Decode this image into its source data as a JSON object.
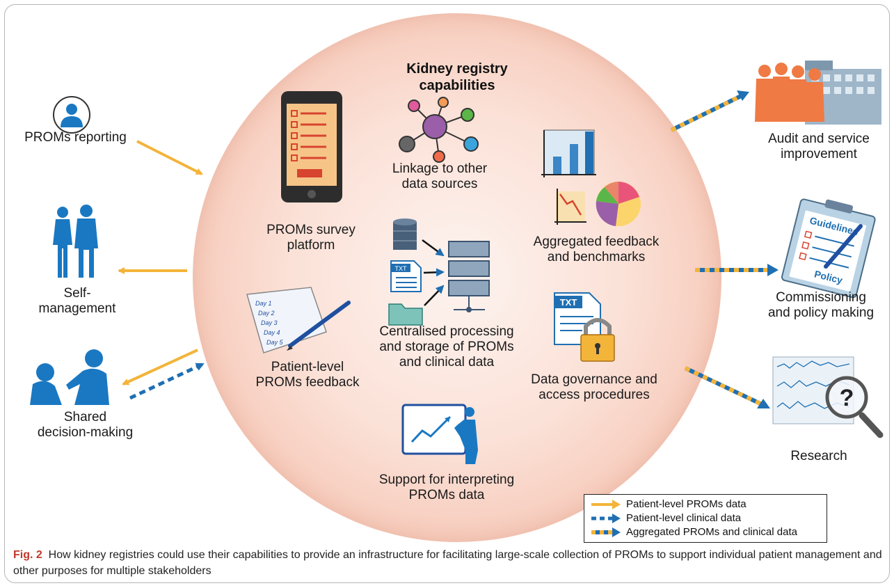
{
  "center": {
    "title": "Kidney registry\ncapabilities",
    "linkage": "Linkage to other\ndata sources",
    "survey_platform": "PROMs survey\nplatform",
    "patient_feedback": "Patient-level\nPROMs feedback",
    "centralised": "Centralised processing\nand storage of PROMs\nand clinical data",
    "aggregated": "Aggregated feedback\nand benchmarks",
    "governance": "Data governance and\naccess procedures",
    "interpreting": "Support for interpreting\nPROMs data"
  },
  "left": {
    "proms_reporting": "PROMs reporting",
    "self_management": "Self-\nmanagement",
    "shared_decision": "Shared\ndecision-making"
  },
  "right": {
    "audit": "Audit and service\nimprovement",
    "commissioning": "Commissioning\nand policy making",
    "research": "Research"
  },
  "icons": {
    "guidelines_label": "Guidelines",
    "policy_label": "Policy",
    "txt_label": "TXT",
    "diary_lines": [
      "Day 1",
      "Day 2",
      "Day 3",
      "Day 4",
      "Day 5"
    ],
    "question_mark": "?"
  },
  "legend": {
    "items": [
      {
        "label": "Patient-level PROMs data",
        "style": "solid-orange"
      },
      {
        "label": "Patient-level clinical data",
        "style": "dashed-blue"
      },
      {
        "label": "Aggregated PROMs and clinical data",
        "style": "orange-blue"
      }
    ]
  },
  "caption": {
    "fig": "Fig. 2",
    "text": "How kidney registries could use their capabilities to provide an infrastructure for facilitating large-scale collection of PROMs to support individual patient management and other purposes for multiple stakeholders"
  },
  "colors": {
    "orange": "#f3b43a",
    "blue": "#1f6fb2",
    "person_blue": "#1a78c2",
    "person_orange": "#ef7a44",
    "caption_red": "#c0392b"
  }
}
